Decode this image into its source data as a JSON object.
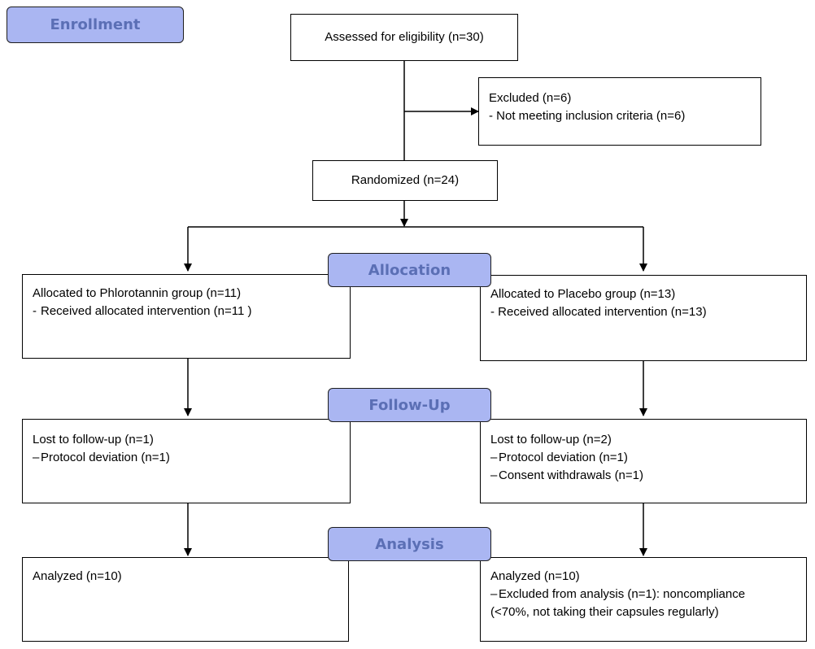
{
  "stages": {
    "enrollment": "Enrollment",
    "allocation": "Allocation",
    "followup": "Follow-Up",
    "analysis": "Analysis"
  },
  "assessed": "Assessed for eligibility (n=30)",
  "excluded": {
    "title": "Excluded (n=6)",
    "item": "- Not meeting inclusion criteria (n=6)"
  },
  "randomized": "Randomized (n=24)",
  "left": {
    "allocation": {
      "title": "Allocated to Phlorotannin group (n=11)",
      "item": "Received allocated intervention (n=11 )"
    },
    "followup": {
      "title": "Lost to follow-up (n=1)",
      "item": "Protocol deviation (n=1)"
    },
    "analysis": {
      "title": "Analyzed (n=10)"
    }
  },
  "right": {
    "allocation": {
      "title": "Allocated to Placebo group (n=13)",
      "item": "- Received allocated intervention (n=13)"
    },
    "followup": {
      "title": "Lost to follow-up (n=2)",
      "item1": "Protocol deviation (n=1)",
      "item2": "Consent withdrawals (n=1)"
    },
    "analysis": {
      "title": "Analyzed (n=10)",
      "item1": "Excluded from analysis (n=1): noncompliance",
      "item2": "(<70%, not taking their capsules regularly)"
    }
  },
  "colors": {
    "stage_fill": "#aab6f2",
    "stage_text": "#5b6fb5",
    "line": "#000000"
  }
}
